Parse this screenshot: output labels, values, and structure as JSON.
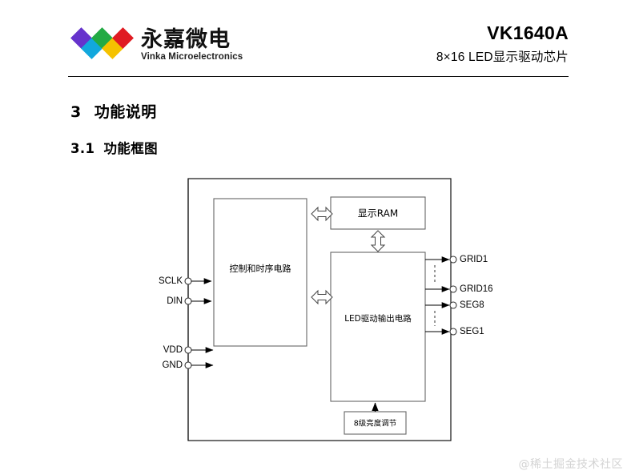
{
  "header": {
    "logo": {
      "icon": "vinka-w-diamond-logo",
      "cn_name": "永嘉微电",
      "en_name": "Vinka Microelectronics",
      "diamond_colors": [
        "#6633cc",
        "#12a8dd",
        "#22aa44",
        "#f5c200",
        "#e01b22"
      ]
    },
    "part_number": "VK1640A",
    "subtitle_prefix": "8×16  LED",
    "subtitle_suffix": "显示驱动芯片"
  },
  "sections": {
    "heading_1_number": "3",
    "heading_1_title": "功能说明",
    "heading_2_number": "3.1",
    "heading_2_title": "功能框图"
  },
  "diagram": {
    "blocks": {
      "control_timing": "控制和时序电路",
      "display_ram": "显示RAM",
      "led_driver": "LED驱动输出电路",
      "brightness": "8级亮度调节"
    },
    "input_pins": [
      "SCLK",
      "DIN",
      "VDD",
      "GND"
    ],
    "output_pins": [
      "GRID1",
      "GRID16",
      "SEG8",
      "SEG1"
    ]
  },
  "watermark": "@稀土掘金技术社区"
}
